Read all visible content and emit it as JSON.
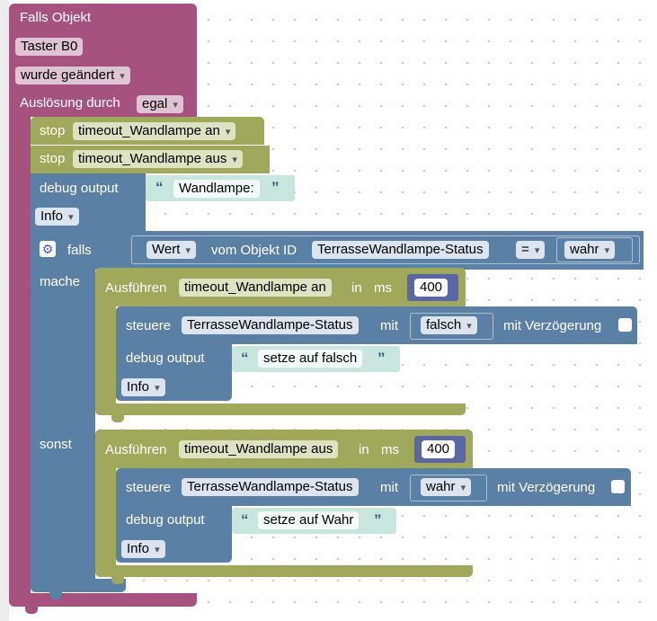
{
  "trigger": {
    "title": "Falls Objekt",
    "object": "Taster B0",
    "condition": "wurde geändert",
    "trigger_label": "Auslösung durch",
    "trigger_value": "egal"
  },
  "stop1": {
    "label": "stop",
    "timer": "timeout_Wandlampe an"
  },
  "stop2": {
    "label": "stop",
    "timer": "timeout_Wandlampe aus"
  },
  "debug1": {
    "label": "debug output",
    "text": "Wandlampe:",
    "level": "Info"
  },
  "if_block": {
    "label": "falls",
    "mache": "mache",
    "sonst": "sonst",
    "value_type": "Wert",
    "of_object_label": "vom Objekt ID",
    "object_id": "TerrasseWandlampe-Status",
    "operator": "=",
    "compare_value": "wahr"
  },
  "then_timeout": {
    "label": "Ausführen",
    "name": "timeout_Wandlampe an",
    "in_label": "in",
    "unit": "ms",
    "delay": "400",
    "control_label": "steuere",
    "control_object": "TerrasseWandlampe-Status",
    "with_label": "mit",
    "control_value": "falsch",
    "delay_label": "mit Verzögerung",
    "debug_label": "debug output",
    "debug_text": "setze auf falsch",
    "debug_level": "Info"
  },
  "else_timeout": {
    "label": "Ausführen",
    "name": "timeout_Wandlampe aus",
    "in_label": "in",
    "unit": "ms",
    "delay": "400",
    "control_label": "steuere",
    "control_object": "TerrasseWandlampe-Status",
    "with_label": "mit",
    "control_value": "wahr",
    "delay_label": "mit Verzögerung",
    "debug_label": "debug output",
    "debug_text": "setze auf Wahr",
    "debug_level": "Info"
  },
  "colors": {
    "trigger": "#a5537e",
    "timer": "#a0a95b",
    "logic": "#5b80a5",
    "text": "#c9e6de",
    "number": "#5b67a5"
  }
}
